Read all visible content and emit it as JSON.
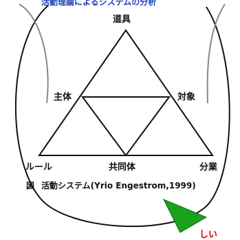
{
  "header_text": "活動理論によるシステムの分析",
  "labels": {
    "tool": "道具",
    "subject": "主体",
    "object": "対象",
    "rules": "ルール",
    "community": "共同体",
    "division_of_labor": "分業"
  },
  "caption": {
    "prefix": "図",
    "text": "活動システム(Yrio Engestrom,1999)"
  },
  "corner_text": "しい",
  "colors": {
    "lines": "#111111",
    "outer_curves": "#555555",
    "pointer_fill": "#1aa31a",
    "header_text": "#1b3fbf",
    "corner_text": "#d40000"
  }
}
